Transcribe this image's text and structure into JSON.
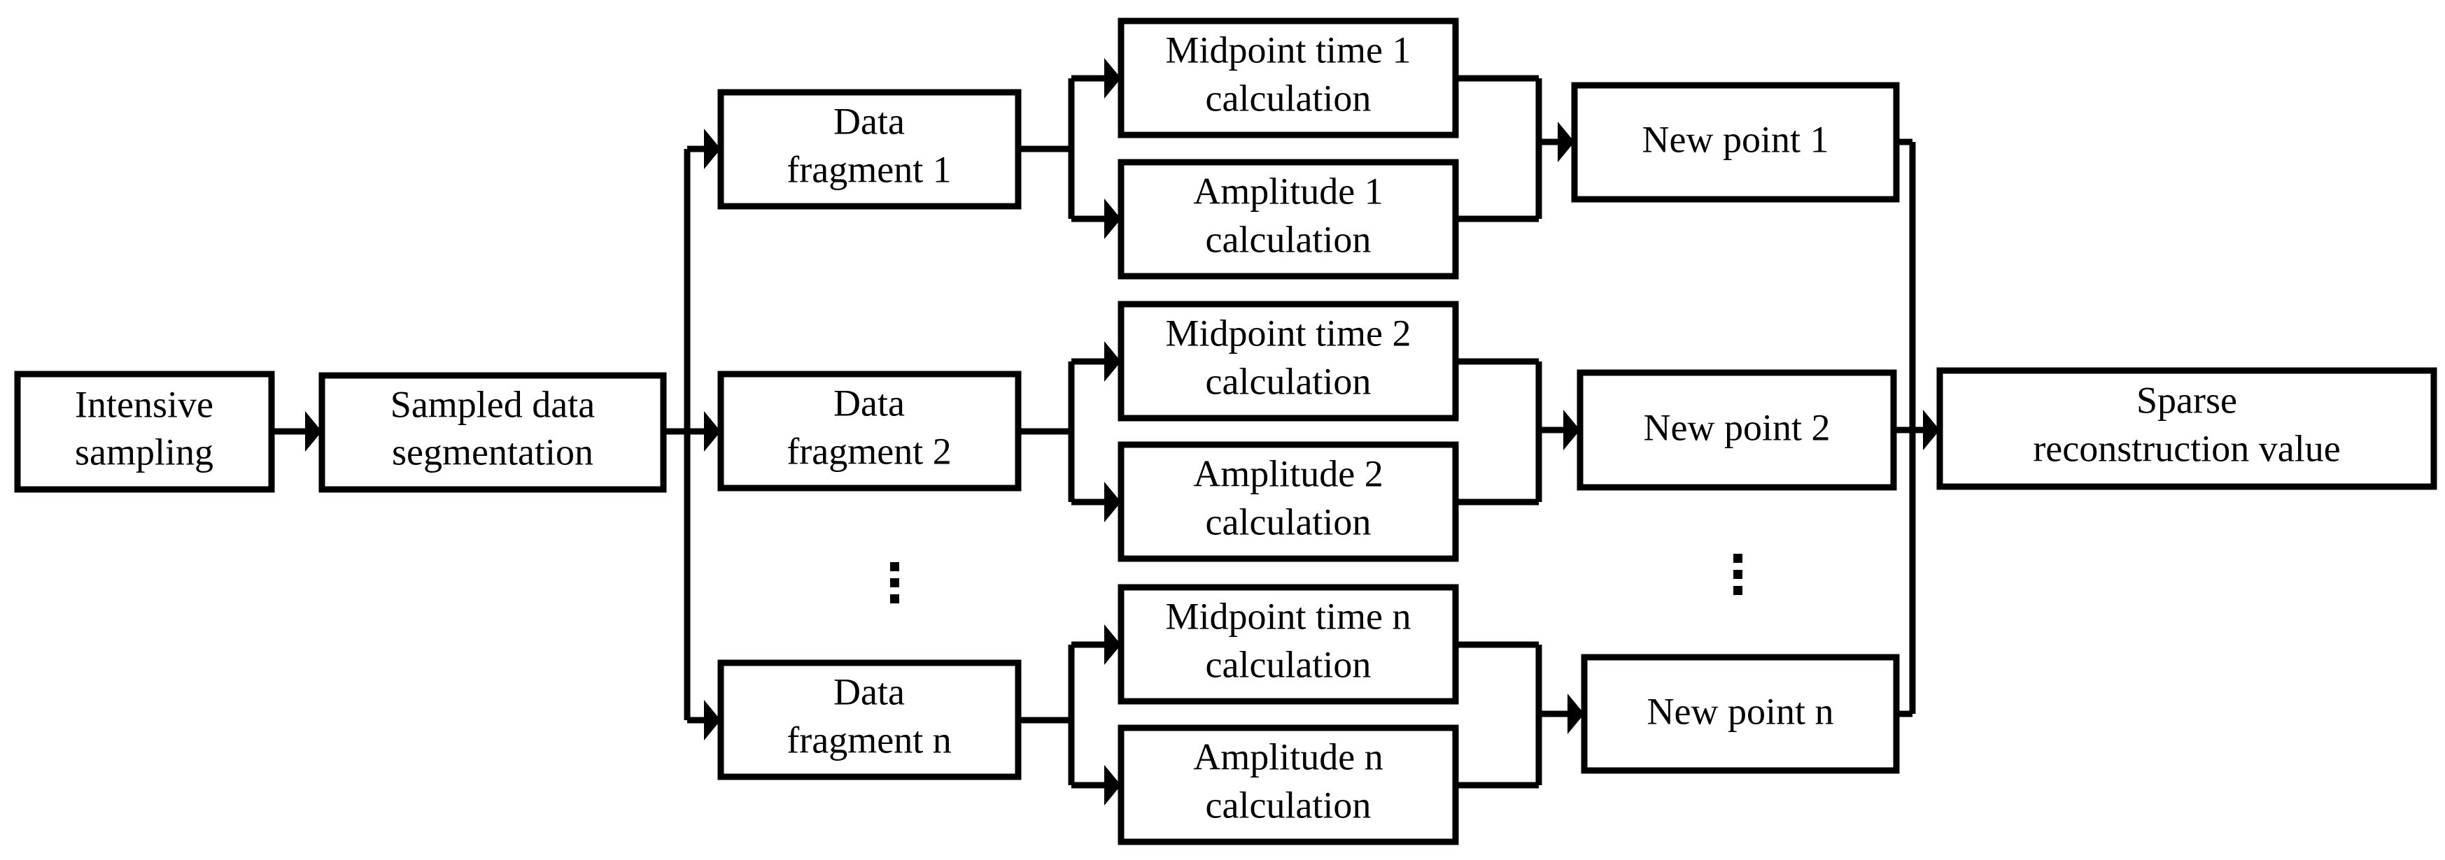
{
  "diagram": {
    "title": "Sparse reconstruction flowchart",
    "background_color": "#ffffff",
    "line_color": "#000000",
    "nodes": {
      "intensive_sampling": {
        "line1": "Intensive",
        "line2": "sampling"
      },
      "sampled_data_segmentation": {
        "line1": "Sampled data",
        "line2": "segmentation"
      },
      "data_fragment_1": {
        "line1": "Data",
        "line2": "fragment 1"
      },
      "data_fragment_2": {
        "line1": "Data",
        "line2": "fragment 2"
      },
      "data_fragment_n": {
        "line1": "Data",
        "line2": "fragment n"
      },
      "midpoint_time_1": {
        "line1": "Midpoint time 1",
        "line2": "calculation"
      },
      "amplitude_1": {
        "line1": "Amplitude 1",
        "line2": "calculation"
      },
      "midpoint_time_2": {
        "line1": "Midpoint time 2",
        "line2": "calculation"
      },
      "amplitude_2": {
        "line1": "Amplitude 2",
        "line2": "calculation"
      },
      "midpoint_time_n": {
        "line1": "Midpoint time n",
        "line2": "calculation"
      },
      "amplitude_n": {
        "line1": "Amplitude n",
        "line2": "calculation"
      },
      "new_point_1": {
        "line1": "New point 1"
      },
      "new_point_2": {
        "line1": "New point 2"
      },
      "new_point_n": {
        "line1": "New point n"
      },
      "sparse_reconstruction_value": {
        "line1": "Sparse",
        "line2": "reconstruction value"
      }
    },
    "ellipsis": {
      "fragments_label": "vertical-ellipsis",
      "new_points_label": "vertical-ellipsis"
    }
  }
}
